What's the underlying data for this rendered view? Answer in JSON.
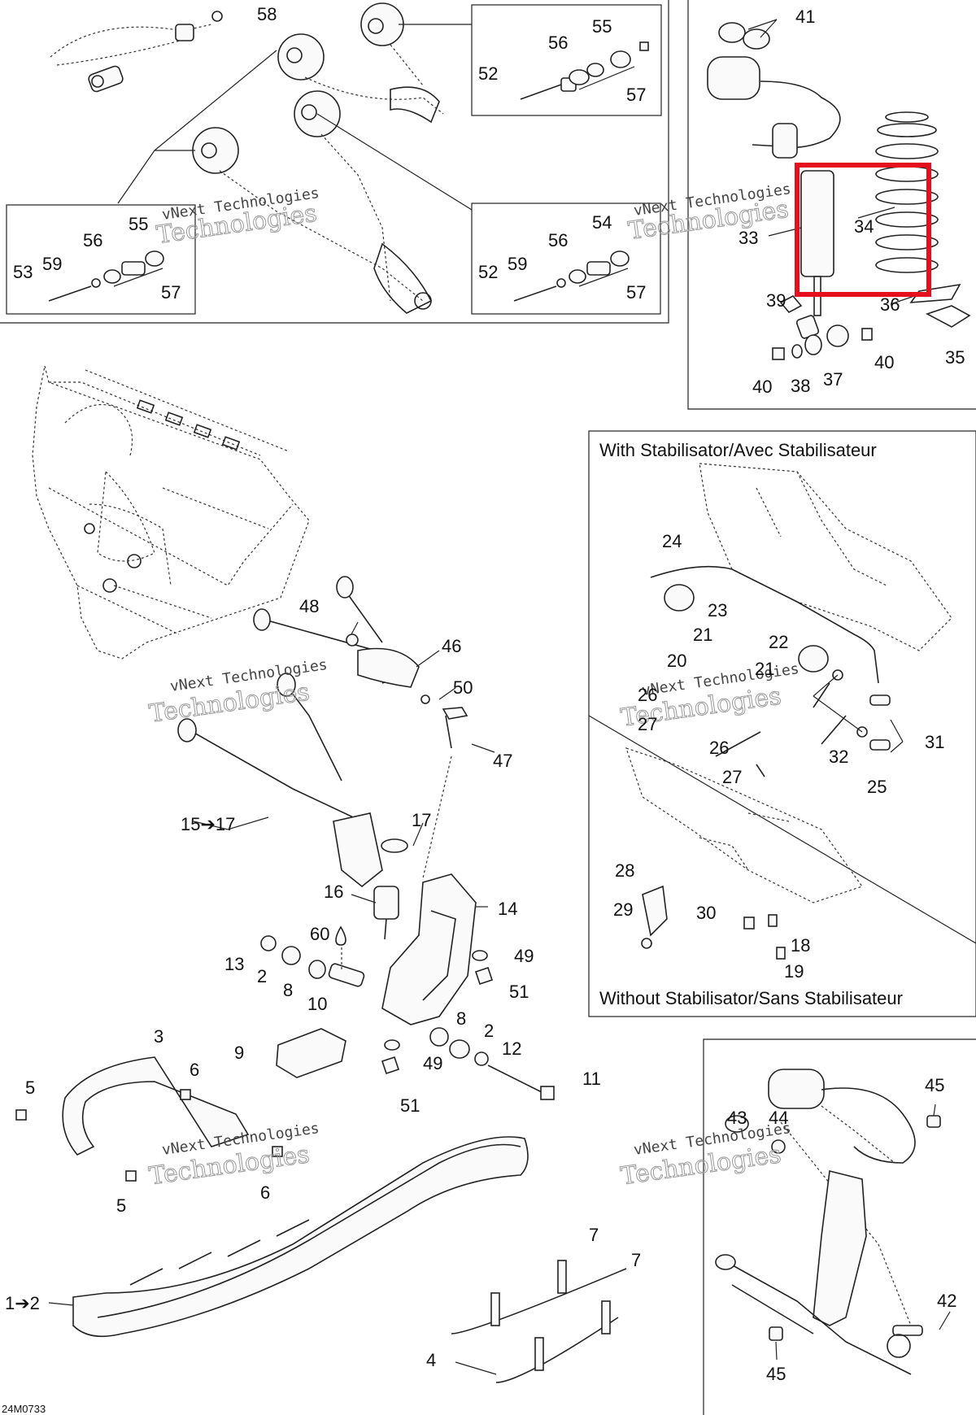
{
  "diagram_code": "24M0733",
  "watermark": {
    "line1": "vNext Technologies",
    "line2": "Technologies"
  },
  "inset_with": {
    "title": "With Stabilisator/Avec Stabilisateur"
  },
  "inset_without": {
    "title": "Without Stabilisator/Sans Stabilisateur"
  },
  "highlight": {
    "color": "#e4101c",
    "part": "34"
  },
  "callouts": {
    "c58": "58",
    "c55a": "55",
    "c56a": "56",
    "c52a": "52",
    "c57a": "57",
    "c55b": "55",
    "c56b": "56",
    "c53": "53",
    "c59a": "59",
    "c57b": "57",
    "c54": "54",
    "c56c": "56",
    "c52b": "52",
    "c59b": "59",
    "c57c": "57",
    "c41": "41",
    "c33": "33",
    "c34": "34",
    "c39": "39",
    "c36": "36",
    "c35": "35",
    "c40a": "40",
    "c38": "38",
    "c37": "37",
    "c40b": "40",
    "c24": "24",
    "c23": "23",
    "c21a": "21",
    "c20": "20",
    "c22": "22",
    "c21b": "21",
    "c26a": "26",
    "c27a": "27",
    "c26b": "26",
    "c27b": "27",
    "c32": "32",
    "c31": "31",
    "c25": "25",
    "c28": "28",
    "c29": "29",
    "c30": "30",
    "c18": "18",
    "c19": "19",
    "c48": "48",
    "c46": "46",
    "c50": "50",
    "c47": "47",
    "c15_17": "15➔17",
    "c17": "17",
    "c16": "16",
    "c14": "14",
    "c60": "60",
    "c13": "13",
    "c2a": "2",
    "c8a": "8",
    "c10": "10",
    "c49a": "49",
    "c51a": "51",
    "c8b": "8",
    "c2b": "2",
    "c12": "12",
    "c49b": "49",
    "c51b": "51",
    "c11": "11",
    "c9": "9",
    "c3": "3",
    "c6a": "6",
    "c5a": "5",
    "c5b": "5",
    "c6b": "6",
    "c1_2": "1➔2",
    "c7a": "7",
    "c7b": "7",
    "c4": "4",
    "c45a": "45",
    "c43": "43",
    "c44": "44",
    "c42": "42",
    "c45b": "45"
  }
}
